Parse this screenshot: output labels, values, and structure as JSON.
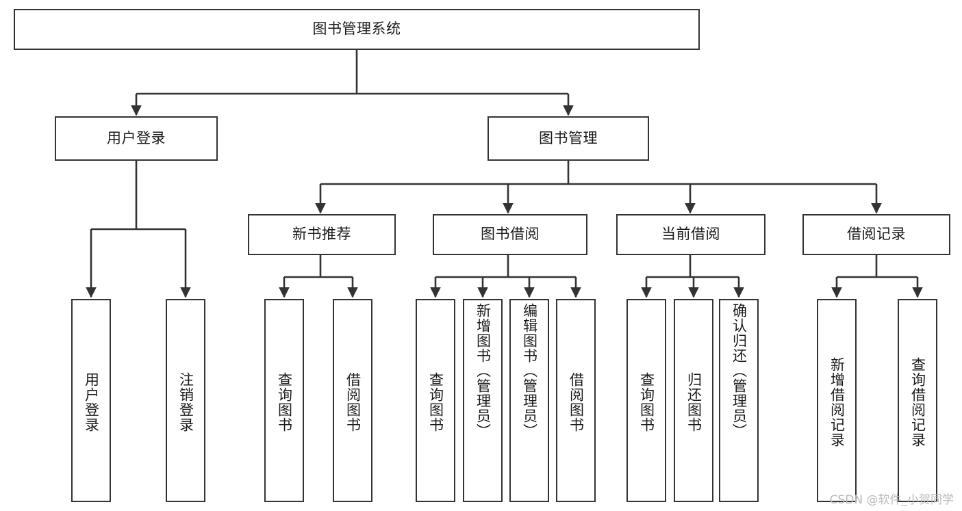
{
  "diagram": {
    "title": "图书管理系统",
    "type": "tree-hierarchy",
    "watermark": "CSDN @软件_小贺同学",
    "colors": {
      "box_border": "#333333",
      "box_fill": "#ffffff",
      "connector": "#333333",
      "text": "#1a1a1a",
      "watermark": "#b9b9b9",
      "background": "#ffffff"
    },
    "levels": {
      "root": {
        "label": "图书管理系统"
      },
      "level2": [
        {
          "id": "user-login",
          "label": "用户登录"
        },
        {
          "id": "book-manage",
          "label": "图书管理"
        }
      ],
      "level3": [
        {
          "id": "new-book-recommend",
          "label": "新书推荐"
        },
        {
          "id": "book-borrow",
          "label": "图书借阅"
        },
        {
          "id": "current-borrow",
          "label": "当前借阅"
        },
        {
          "id": "borrow-record",
          "label": "借阅记录"
        }
      ],
      "leaves": {
        "user-login": [
          {
            "id": "leaf-user-login",
            "label": "用户登录"
          },
          {
            "id": "leaf-user-logout",
            "label": "注销登录"
          }
        ],
        "new-book-recommend": [
          {
            "id": "leaf-query-book-1",
            "label": "查询图书"
          },
          {
            "id": "leaf-borrow-book-1",
            "label": "借阅图书"
          }
        ],
        "book-borrow": [
          {
            "id": "leaf-query-book-2",
            "label": "查询图书"
          },
          {
            "id": "leaf-add-book",
            "label": "新增图书（管理员）"
          },
          {
            "id": "leaf-edit-book",
            "label": "编辑图书（管理员）"
          },
          {
            "id": "leaf-borrow-book-2",
            "label": "借阅图书"
          }
        ],
        "current-borrow": [
          {
            "id": "leaf-query-book-3",
            "label": "查询图书"
          },
          {
            "id": "leaf-return-book",
            "label": "归还图书"
          },
          {
            "id": "leaf-confirm-return",
            "label": "确认归还（管理员）"
          }
        ],
        "borrow-record": [
          {
            "id": "leaf-add-record",
            "label": "新增借阅记录"
          },
          {
            "id": "leaf-query-record",
            "label": "查询借阅记录"
          }
        ]
      }
    }
  }
}
